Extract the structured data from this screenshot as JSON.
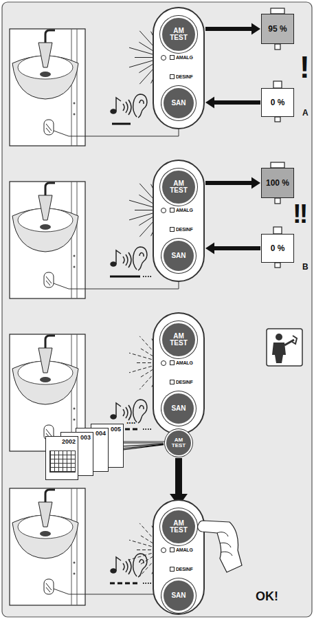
{
  "diagram": {
    "nodes": [
      {
        "text": [
          "AMALG",
          "DESINF"
        ]
      },
      {
        "text": [
          "AM TEST"
        ],
        "in": 0
      },
      {
        "text": [
          "SAN"
        ],
        "in": 0
      },
      {
        "text": [
          "95 %"
        ]
      },
      {
        "text": [
          "0 %"
        ]
      },
      {
        "text": [
          "AMALG",
          "DESINF"
        ]
      },
      {
        "text": [
          "AM TEST"
        ],
        "in": 5
      },
      {
        "text": [
          "SAN"
        ],
        "in": 5
      },
      {
        "text": [
          "100 %"
        ]
      },
      {
        "text": [
          "0 %"
        ]
      },
      {
        "text": [
          "AMALG",
          "DESINF"
        ]
      },
      {
        "text": [
          "AM TEST"
        ],
        "in": 10
      },
      {
        "text": [
          "SAN"
        ],
        "in": 10
      },
      {
        "text": [
          "2002"
        ]
      },
      {
        "text": [
          "003"
        ]
      },
      {
        "text": [
          "004"
        ]
      },
      {
        "text": [
          "005"
        ]
      },
      {
        "text": [
          "AM TEST"
        ]
      },
      {
        "text": [
          "AMALG",
          "DESINF"
        ]
      },
      {
        "text": [
          "AM TEST"
        ],
        "in": 18
      },
      {
        "text": [
          "SAN"
        ],
        "in": 18
      }
    ],
    "edges": [
      {
        "from": 0,
        "to": 3,
        "arrow": "to"
      },
      {
        "from": 4,
        "to": 0,
        "arrow": "to"
      },
      {
        "from": 5,
        "to": 8,
        "arrow": "to"
      },
      {
        "from": 9,
        "to": 5,
        "arrow": "to"
      },
      {
        "from": 13,
        "to": 17,
        "arrow": "none"
      },
      {
        "from": 14,
        "to": 17,
        "arrow": "none"
      },
      {
        "from": 15,
        "to": 17,
        "arrow": "none"
      },
      {
        "from": 16,
        "to": 17,
        "arrow": "none"
      },
      {
        "from": 17,
        "to": 19,
        "arrow": "to"
      }
    ],
    "labels": [
      "!",
      "A",
      "!!",
      "B",
      "....",
      "OK!"
    ]
  }
}
